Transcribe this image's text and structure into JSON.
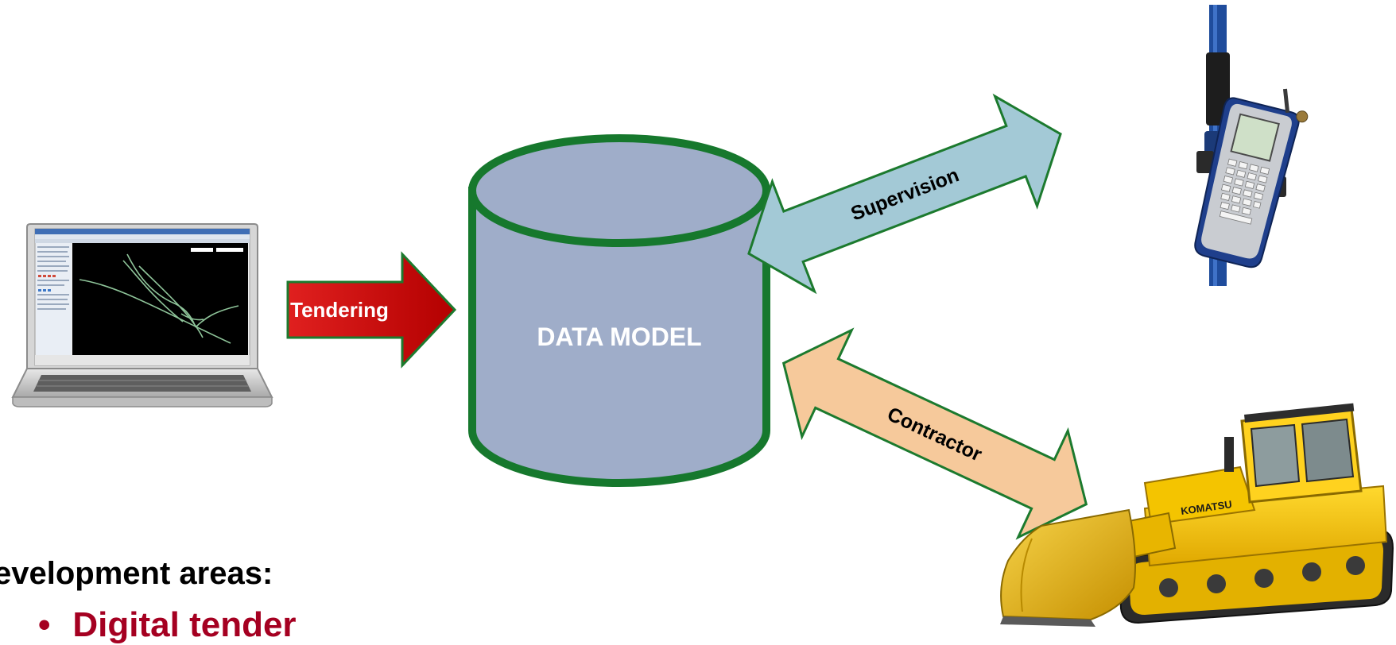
{
  "colors": {
    "cylinder_fill": "#9fadc9",
    "cylinder_stroke": "#16782d",
    "tendering_arrow_left": "#e0201f",
    "tendering_arrow_right": "#b30000",
    "supervision_arrow": "#a3c9d6",
    "contractor_arrow": "#f6c99b",
    "arrow_stroke": "#1c7a2e",
    "bullet_text": "#a50021"
  },
  "diagram": {
    "data_model_label": "DATA MODEL",
    "tendering_label": "Tendering",
    "supervision_label": "Supervision",
    "contractor_label": "Contractor"
  },
  "illustrations": {
    "laptop": "laptop-icon",
    "gps_controller": "gps-rover-icon",
    "bulldozer": "bulldozer-icon",
    "bulldozer_brand_text": "KOMATSU"
  },
  "development": {
    "heading": "evelopment areas:",
    "items": [
      {
        "bullet": "•",
        "label": "Digital tender"
      }
    ]
  }
}
